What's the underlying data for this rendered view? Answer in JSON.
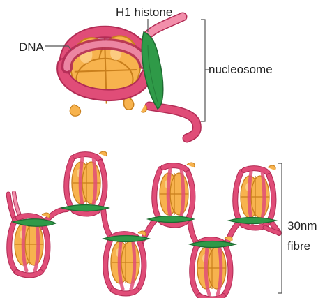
{
  "labels": {
    "h1_histone": "H1 histone",
    "dna": "DNA",
    "nucleosome": "nucleosome",
    "fibre_line1": "30nm",
    "fibre_line2": "fibre"
  },
  "colors": {
    "dna_strand": "#e04d78",
    "dna_dark": "#b22c55",
    "dna_light": "#f28fab",
    "histone_core": "#f7b34e",
    "histone_dark": "#c97f1c",
    "histone_light": "#fcd18d",
    "h1_histone": "#2f9a48",
    "h1_dark": "#1d6b31",
    "bracket": "#555555",
    "text": "#222222"
  }
}
